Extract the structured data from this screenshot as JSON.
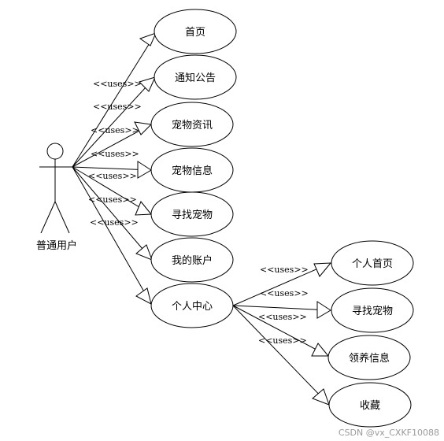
{
  "actor": {
    "label": "普通用户"
  },
  "relation_label": "<<uses>>",
  "use_cases": [
    {
      "id": "home",
      "label": "首页"
    },
    {
      "id": "notice",
      "label": "通知公告"
    },
    {
      "id": "pet-info-news",
      "label": "宠物资讯"
    },
    {
      "id": "pet-info",
      "label": "宠物信息"
    },
    {
      "id": "find-pet",
      "label": "寻找宠物"
    },
    {
      "id": "my-account",
      "label": "我的账户"
    },
    {
      "id": "personal-center",
      "label": "个人中心"
    }
  ],
  "sub_use_cases": [
    {
      "id": "personal-home",
      "label": "个人首页"
    },
    {
      "id": "find-pet-2",
      "label": "寻找宠物"
    },
    {
      "id": "adopt-info",
      "label": "领养信息"
    },
    {
      "id": "favorites",
      "label": "收藏"
    }
  ],
  "watermark": "CSDN @vx_CXKF10088"
}
